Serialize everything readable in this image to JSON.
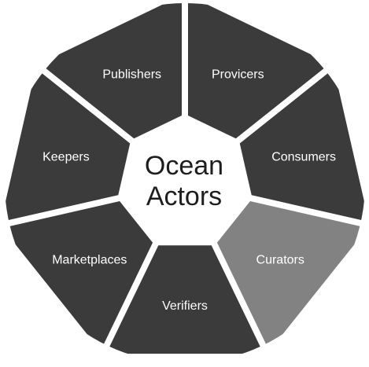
{
  "center": {
    "line1": "Ocean",
    "line2": "Actors"
  },
  "segments": [
    {
      "label": "Provicers",
      "color": "#3b3b3b"
    },
    {
      "label": "Consumers",
      "color": "#3b3b3b"
    },
    {
      "label": "Curators",
      "color": "#828282"
    },
    {
      "label": "Verifiers",
      "color": "#3b3b3b"
    },
    {
      "label": "Marketplaces",
      "color": "#3b3b3b"
    },
    {
      "label": "Keepers",
      "color": "#3b3b3b"
    },
    {
      "label": "Publishers",
      "color": "#3b3b3b"
    }
  ]
}
